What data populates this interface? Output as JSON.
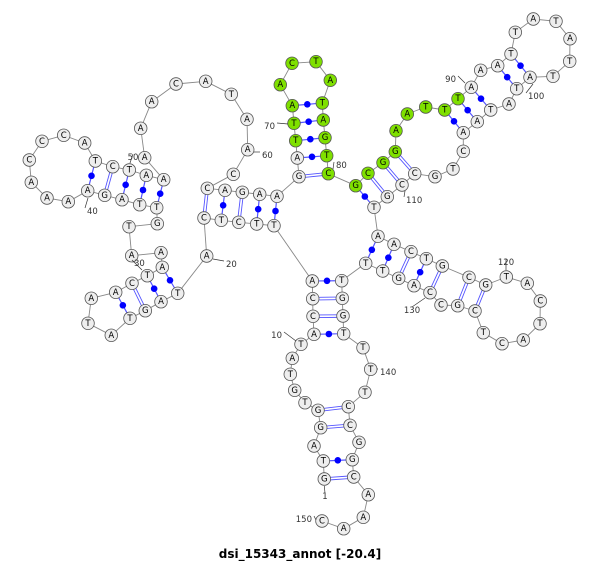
{
  "title": "dsi_15343_annot [-20.4]",
  "sequence": "GTAGGTGTATACCATTCTCATAGTATAACTAAATGTTAGAAAACCCATCTAAAAACATAACCAGAAGATTAACTATAGTCGCGGAATTTAAATTATATTATATAACTGCCGTAACTGCGTACTACTCGCCAGTTTGGTTTTCCGGCAAAC",
  "highlight": {
    "start": 69,
    "end": 89,
    "color": "#7fe000"
  },
  "colors": {
    "node_fill": "#eeeeee",
    "backbone": "#888888",
    "pair": "#0000ff",
    "pair_line": "#5555ff"
  },
  "pairs": [
    [
      1,
      146,
      "double"
    ],
    [
      2,
      145,
      "dot"
    ],
    [
      4,
      143,
      "double"
    ],
    [
      5,
      142,
      "double"
    ],
    [
      11,
      138,
      "dot"
    ],
    [
      12,
      137,
      "double"
    ],
    [
      13,
      136,
      "double"
    ],
    [
      14,
      135,
      "dot"
    ],
    [
      15,
      66,
      "dot"
    ],
    [
      16,
      65,
      "dot"
    ],
    [
      17,
      64,
      "double"
    ],
    [
      18,
      63,
      "dot"
    ],
    [
      19,
      62,
      "double"
    ],
    [
      21,
      31,
      "dot"
    ],
    [
      22,
      30,
      "dot"
    ],
    [
      23,
      29,
      "double"
    ],
    [
      24,
      28,
      "dot"
    ],
    [
      36,
      52,
      "dot"
    ],
    [
      37,
      51,
      "dot"
    ],
    [
      38,
      50,
      "dot"
    ],
    [
      39,
      49,
      "double"
    ],
    [
      40,
      48,
      "dot"
    ],
    [
      67,
      80,
      "double"
    ],
    [
      68,
      79,
      "dot"
    ],
    [
      69,
      78,
      "dot"
    ],
    [
      70,
      77,
      "dot"
    ],
    [
      71,
      76,
      "dot"
    ],
    [
      81,
      112,
      "dot"
    ],
    [
      82,
      111,
      "double"
    ],
    [
      83,
      110,
      "double"
    ],
    [
      84,
      109,
      "double"
    ],
    [
      88,
      105,
      "dot"
    ],
    [
      89,
      104,
      "dot"
    ],
    [
      90,
      103,
      "dot"
    ],
    [
      92,
      101,
      "dot"
    ],
    [
      93,
      100,
      "dot"
    ],
    [
      113,
      134,
      "dot"
    ],
    [
      114,
      133,
      "dot"
    ],
    [
      115,
      132,
      "double"
    ],
    [
      116,
      131,
      "dot"
    ],
    [
      117,
      130,
      "double"
    ],
    [
      118,
      128,
      "double"
    ],
    [
      119,
      127,
      "double"
    ]
  ],
  "tick_labels": [
    "1",
    "10",
    "20",
    "30",
    "40",
    "50",
    "60",
    "70",
    "80",
    "90",
    "100",
    "110",
    "120",
    "130",
    "140",
    "150"
  ]
}
